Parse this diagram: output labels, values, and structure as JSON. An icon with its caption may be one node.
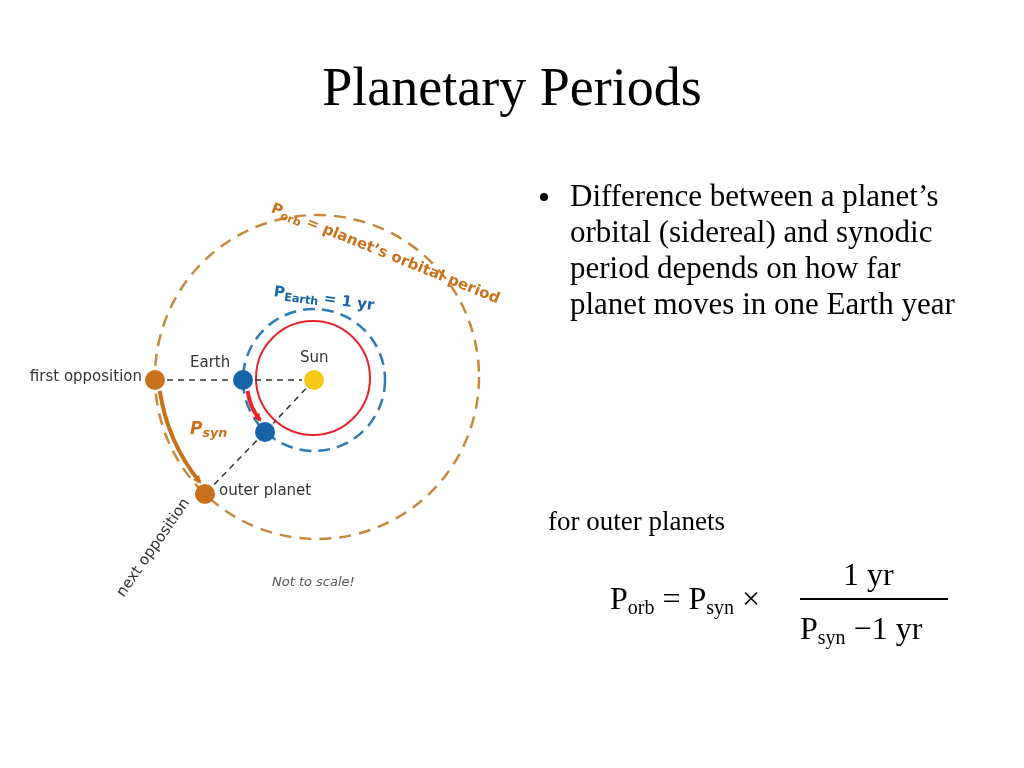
{
  "diagram": {
    "title": "Planetary Periods",
    "nodes": [
      {
        "text": [],
        "shape": "circle",
        "beside": [
          "first opposition"
        ]
      },
      {
        "text": [],
        "shape": "circle",
        "beside": [
          "Earth"
        ]
      },
      {
        "text": [],
        "shape": "circle",
        "beside": [
          "Sun"
        ]
      },
      {
        "text": [],
        "shape": "circle"
      },
      {
        "text": [],
        "shape": "circle",
        "beside": [
          "outer planet",
          "next opposition"
        ]
      }
    ],
    "edges": [
      {
        "from": 0,
        "to": 1,
        "arrow": "none",
        "style": "dashed"
      },
      {
        "from": 1,
        "to": 2,
        "arrow": "none",
        "style": "dashed"
      },
      {
        "from": 2,
        "to": 3,
        "arrow": "none",
        "style": "dashed"
      },
      {
        "from": 3,
        "to": 4,
        "arrow": "none",
        "style": "dashed"
      },
      {
        "from": 0,
        "to": 4,
        "arrow": "to",
        "style": "thick",
        "color": "#c8701a",
        "label": "P$_{syn}$"
      },
      {
        "from": 1,
        "to": 3,
        "arrow": "to",
        "style": "thick",
        "color": "#e8242a"
      }
    ],
    "labels": [
      "P$_{orb}$ = planet’s orbital period",
      "P$_{Earth}$ = 1 yr",
      "Not to scale!",
      "Difference between a planet’s orbital (sidereal) and synodic period depends on how far planet moves in one Earth year",
      "for outer planets",
      "P$_{orb}$ = P$_{syn}$ ×",
      "1 yr",
      "P$_{syn}$ −1 yr"
    ]
  }
}
